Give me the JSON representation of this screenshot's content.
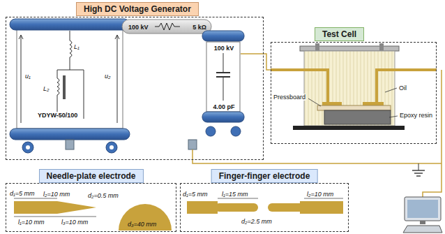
{
  "diagram": {
    "nodes": [
      {
        "text": [
          "High DC Voltage Generator"
        ]
      },
      {
        "text": [
          "100 kV",
          "5 kΩ"
        ],
        "in": 0
      },
      {
        "text": [
          "100 kV",
          "4.00 pF"
        ],
        "in": 0
      },
      {
        "text": [
          "Test Cell"
        ]
      },
      {
        "text": [
          "Needle-plate electrode"
        ]
      },
      {
        "text": [
          "Finger-finger electrode"
        ]
      }
    ],
    "edges": [
      {
        "from": 2,
        "to": 3,
        "arrow": "none"
      }
    ],
    "labels": [
      "u₁",
      "L₁",
      "L₂",
      "u₂",
      "YDYW-50/100",
      "Pressboard",
      "Oil",
      "Epoxy resin",
      "l₂=10 mm",
      "d₂=0.5 mm",
      "d₁=5 mm",
      "l₃=10 mm",
      "l₁=10 mm",
      "d₃=40 mm",
      "l₁=15 mm",
      "d₁=5 mm",
      "d₂=2.5 mm",
      "l₂=10 mm"
    ]
  }
}
